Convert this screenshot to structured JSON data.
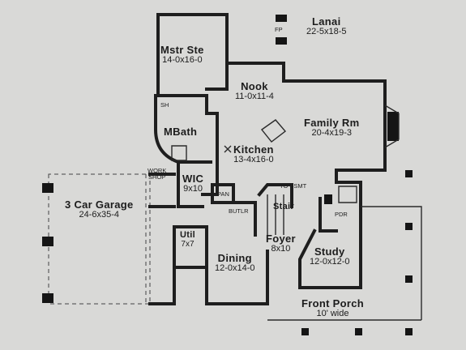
{
  "rooms": {
    "lanai": {
      "name": "Lanai",
      "dims": "22-5x18-5"
    },
    "master_suite": {
      "name": "Mstr Ste",
      "dims": "14-0x16-0"
    },
    "nook": {
      "name": "Nook",
      "dims": "11-0x11-4"
    },
    "family_room": {
      "name": "Family Rm",
      "dims": "20-4x19-3"
    },
    "master_bath": {
      "name": "MBath"
    },
    "kitchen": {
      "name": "Kitchen",
      "dims": "13-4x16-0"
    },
    "wic": {
      "name": "WIC",
      "dims": "9x10"
    },
    "garage": {
      "name": "3 Car Garage",
      "dims": "24-6x35-4"
    },
    "stair": {
      "name": "Stair"
    },
    "utility": {
      "name": "Util",
      "dims": "7x7"
    },
    "foyer": {
      "name": "Foyer",
      "dims": "8x10"
    },
    "study": {
      "name": "Study",
      "dims": "12-0x12-0"
    },
    "dining": {
      "name": "Dining",
      "dims": "12-0x14-0"
    },
    "front_porch": {
      "name": "Front Porch",
      "dims": "10' wide"
    }
  },
  "small_labels": {
    "fireplace": "FP",
    "shower": "SH",
    "work_shop_line1": "WORK",
    "work_shop_line2": "SHOP",
    "pantry": "PAN",
    "butler": "BUTLR",
    "to_basement": "TO BSMT",
    "powder_room": "PDR"
  }
}
